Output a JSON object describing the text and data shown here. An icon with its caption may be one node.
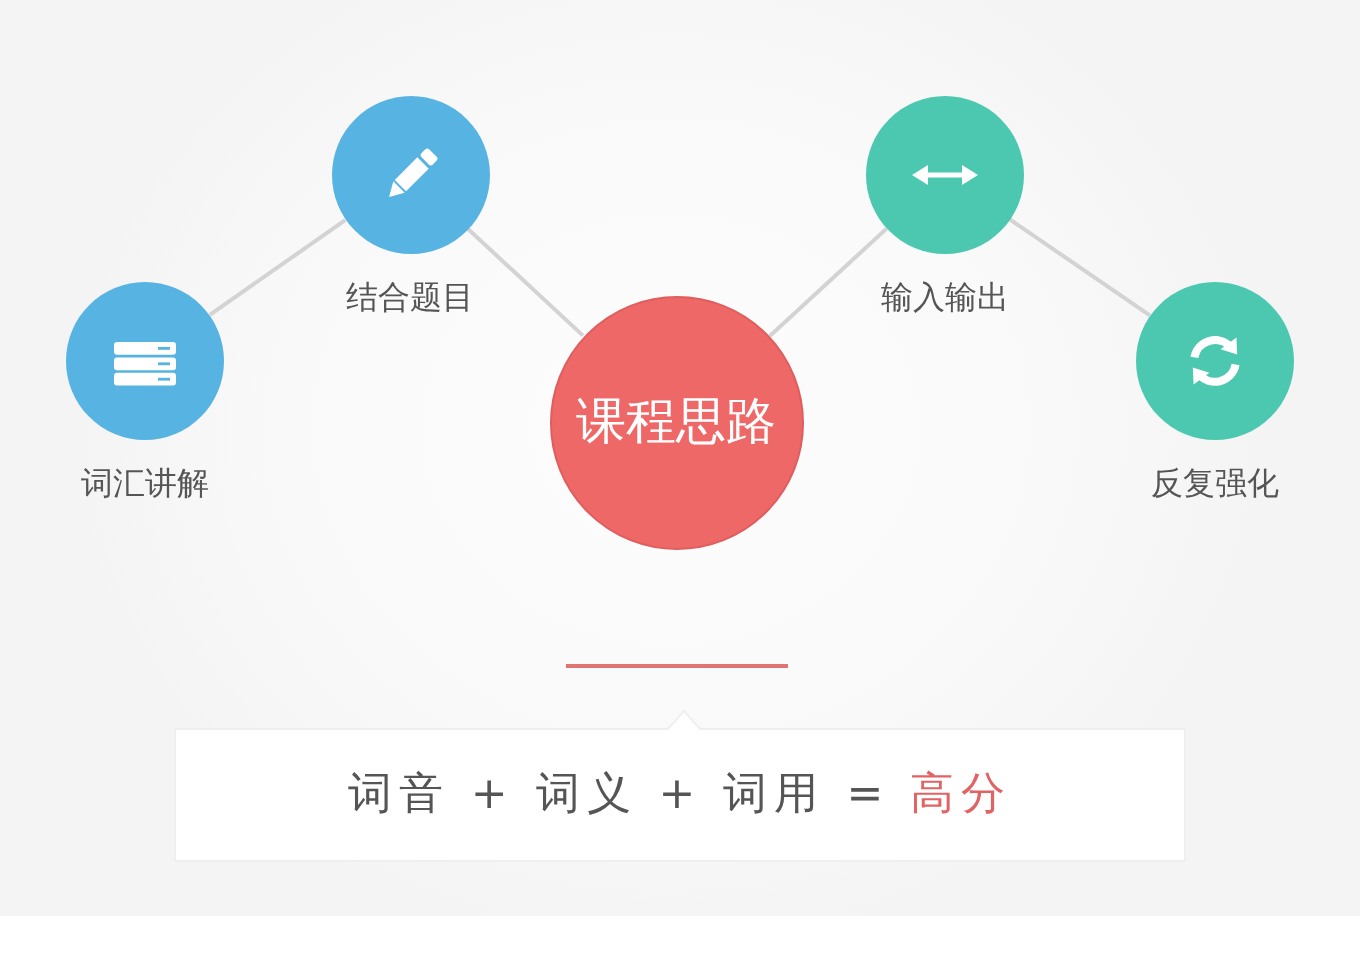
{
  "diagram": {
    "nodes": [
      {
        "text": [
          "词汇讲解"
        ]
      },
      {
        "text": [
          "结合题目"
        ]
      },
      {
        "text": [
          "课程思路"
        ]
      },
      {
        "text": [
          "输入输出"
        ]
      },
      {
        "text": [
          "反复强化"
        ]
      },
      {
        "text": [
          "词音 + 词义 + 词用 =",
          "高分"
        ]
      }
    ],
    "edges": [
      {
        "from": 0,
        "to": 1,
        "arrow": "none"
      },
      {
        "from": 1,
        "to": 2,
        "arrow": "none"
      },
      {
        "from": 2,
        "to": 3,
        "arrow": "none"
      },
      {
        "from": 3,
        "to": 4,
        "arrow": "none"
      }
    ]
  }
}
